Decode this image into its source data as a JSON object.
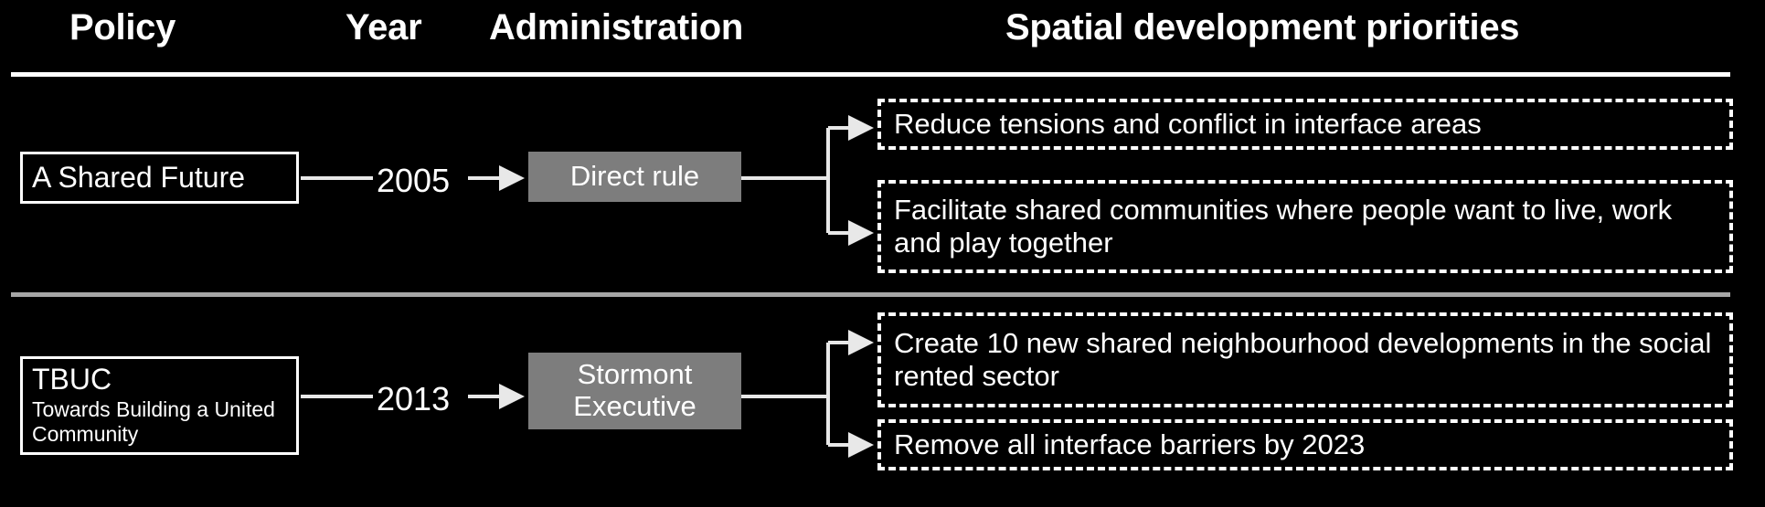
{
  "header": {
    "columns": [
      {
        "label": "Policy"
      },
      {
        "label": "Year"
      },
      {
        "label": "Administration"
      },
      {
        "label": "Spatial development priorities"
      }
    ]
  },
  "colors": {
    "background": "#000000",
    "text": "#ffffff",
    "administration_box": "#7d7d7d",
    "divider": "#ffffff",
    "divider_secondary": "#a6a6a6"
  },
  "rows": [
    {
      "policy": {
        "title": "A Shared Future",
        "subtitle": ""
      },
      "year": "2005",
      "administration": {
        "line1": "Direct rule",
        "line2": ""
      },
      "priorities": [
        "Reduce tensions and conflict in interface areas",
        "Facilitate shared communities where people want to live, work and play together"
      ]
    },
    {
      "policy": {
        "title": "TBUC",
        "subtitle": "Towards Building a United Community"
      },
      "year": "2013",
      "administration": {
        "line1": "Stormont",
        "line2": "Executive"
      },
      "priorities": [
        "Create 10 new shared neighbourhood developments in the social rented sector",
        "Remove all interface barriers by 2023"
      ]
    }
  ]
}
